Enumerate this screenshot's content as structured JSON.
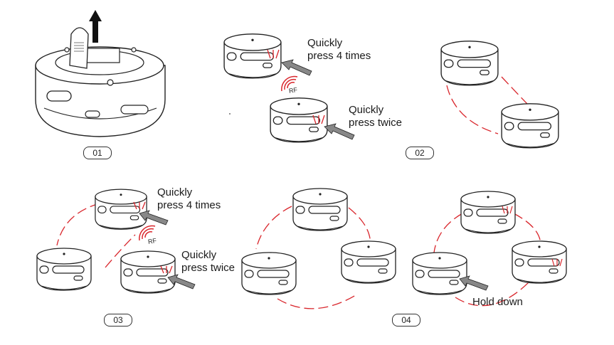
{
  "steps": {
    "s1": {
      "number": "01"
    },
    "s2": {
      "number": "02",
      "label_top": [
        "Quickly",
        "press 4 times"
      ],
      "label_bottom": [
        "Quickly",
        "press twice"
      ],
      "rf": "RF"
    },
    "s3": {
      "number": "03",
      "label_top": [
        "Quickly",
        "press 4 times"
      ],
      "label_bottom": [
        "Quickly",
        "press twice"
      ],
      "rf": "RF"
    },
    "s4": {
      "number": "04",
      "hold": "Hold down"
    }
  },
  "colors": {
    "link": "#d9262c",
    "line": "#222222",
    "signal": "#d9262c"
  }
}
